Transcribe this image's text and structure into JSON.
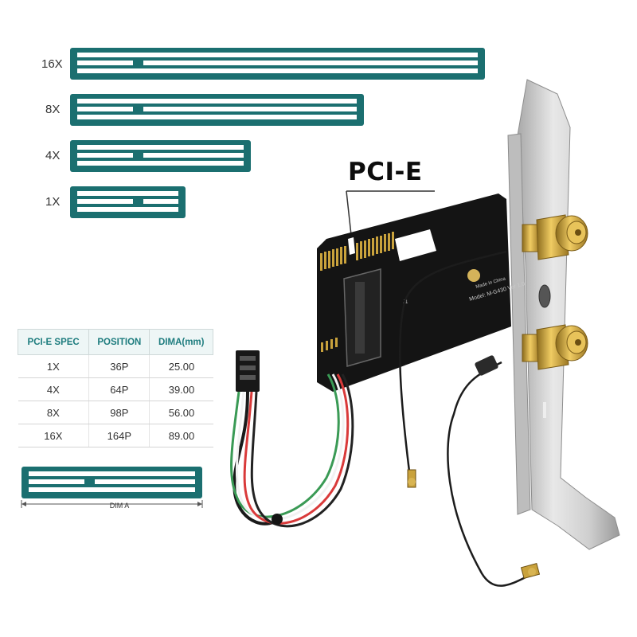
{
  "slots": [
    {
      "label": "16X"
    },
    {
      "label": "8X"
    },
    {
      "label": "4X"
    },
    {
      "label": "1X"
    }
  ],
  "callout_label": "PCI-E",
  "spec_table": {
    "headers": [
      "PCI-E SPEC",
      "POSITION",
      "DIMA(mm)"
    ],
    "rows": [
      [
        "1X",
        "36P",
        "25.00"
      ],
      [
        "4X",
        "64P",
        "39.00"
      ],
      [
        "8X",
        "98P",
        "56.00"
      ],
      [
        "16X",
        "164P",
        "89.00"
      ]
    ]
  },
  "dimension_label": "DIM A",
  "board_text": {
    "line1": "Model: M-G430 Ver 1.0",
    "line2": "Made in China",
    "ref": "J1"
  },
  "colors": {
    "slot_teal": "#1b6f70",
    "slot_inner": "#ffffff",
    "header_text": "#1d7c7e",
    "pcb_black": "#121212",
    "gold": "#c9a23c",
    "bracket_silver": "#d6d6d6"
  }
}
